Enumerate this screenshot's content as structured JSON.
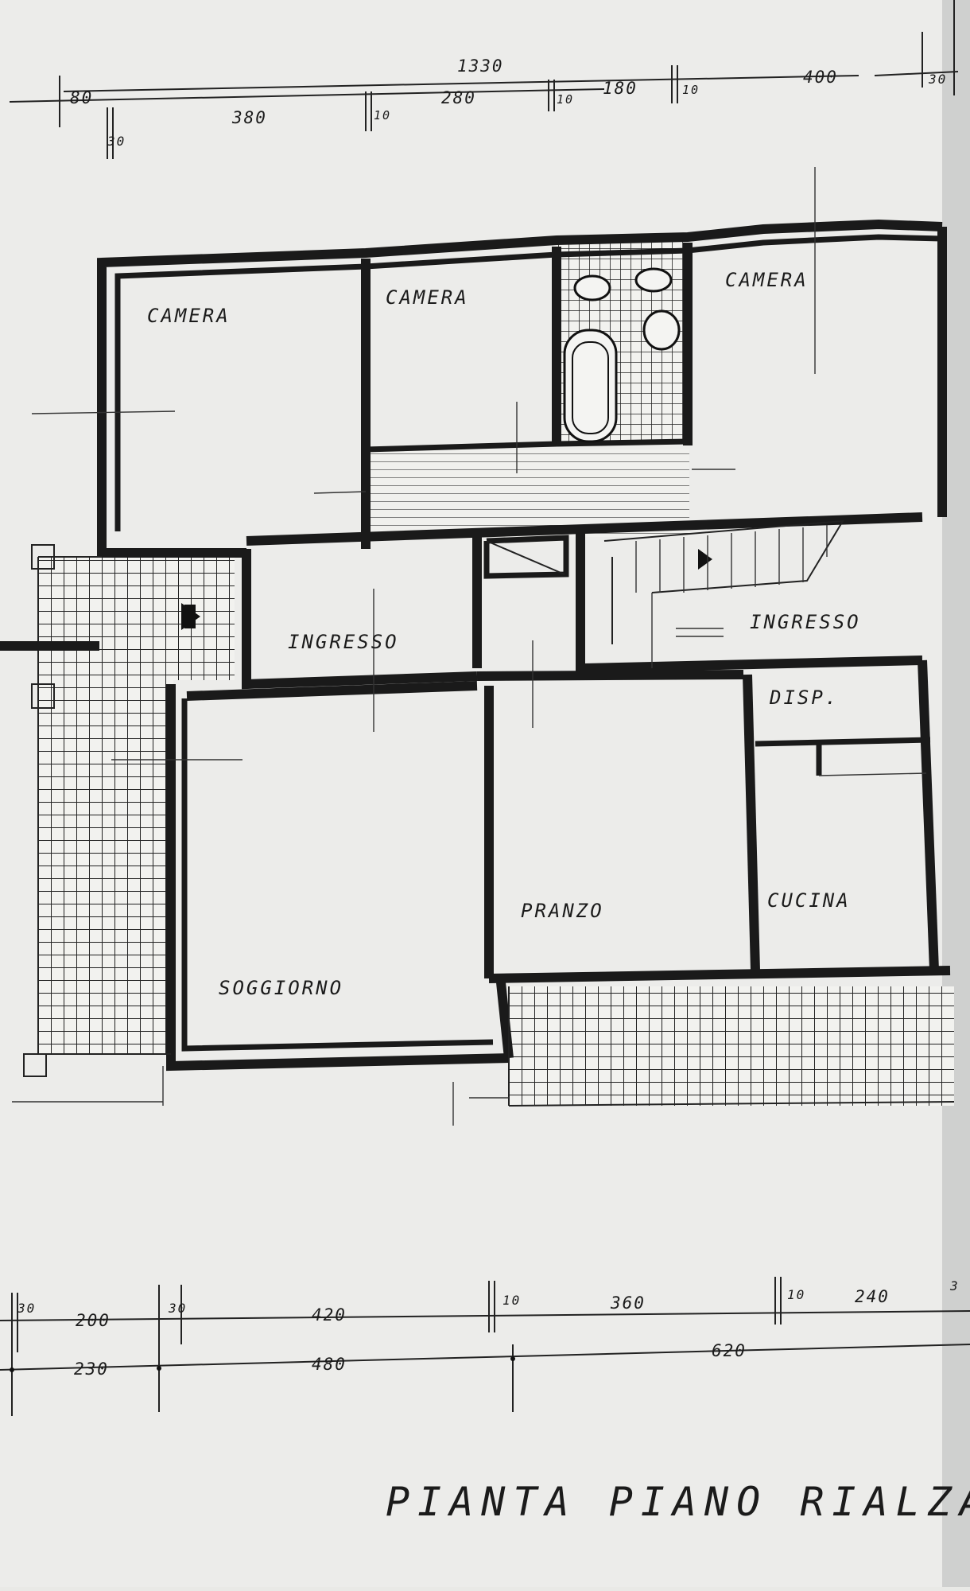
{
  "title": "PIANTA PIANO RIALZATO",
  "rooms": {
    "camera_1": "CAMERA",
    "camera_2": "CAMERA",
    "camera_3": "CAMERA",
    "ingresso_1": "INGRESSO",
    "ingresso_2": "INGRESSO",
    "disp": "DISP.",
    "pranzo": "PRANZO",
    "cucina": "CUCINA",
    "soggiorno": "SOGGIORNO"
  },
  "dimensions_top": {
    "overall": "1330",
    "row1": [
      "80",
      "380",
      "10",
      "280",
      "10",
      "180",
      "10",
      "400",
      "30"
    ],
    "row1_extra": "30"
  },
  "dimensions_bottom": {
    "row1": [
      "30",
      "200",
      "30",
      "420",
      "10",
      "360",
      "10",
      "240",
      "3"
    ],
    "row2": [
      "230",
      "480",
      "620"
    ]
  },
  "colors": {
    "paper": "#e9e9e6",
    "ink": "#1a1a1a"
  }
}
